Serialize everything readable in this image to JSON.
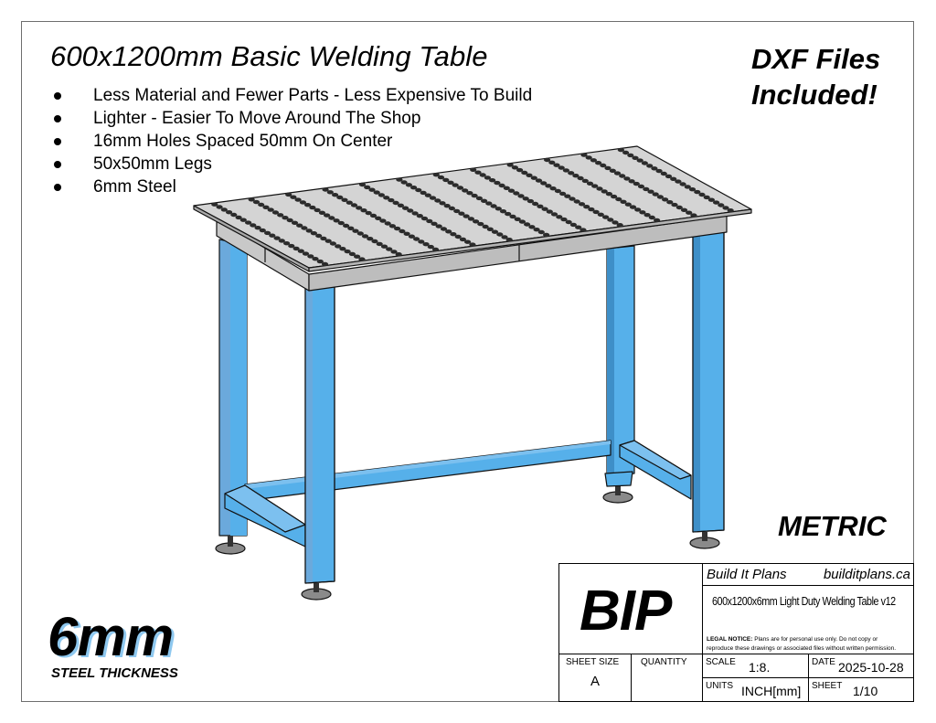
{
  "heading": {
    "title": "600x1200mm Basic Welding Table",
    "features": [
      "Less Material and Fewer Parts  - Less Expensive To Build",
      "Lighter - Easier To Move Around The Shop",
      "16mm Holes Spaced 50mm On Center",
      "50x50mm Legs",
      "6mm Steel"
    ]
  },
  "callouts": {
    "dxf_line1": "DXF Files",
    "dxf_line2": "Included!",
    "metric": "METRIC",
    "thickness_value": "6mm",
    "thickness_label": "STEEL THICKNESS"
  },
  "drawing": {
    "subject": "welding-table-isometric",
    "colors": {
      "frame_blue": "#56b0ea",
      "frame_blue_shade": "#6ba9dc",
      "frame_blue_dark": "#3e8fc8",
      "top_grey": "#d4d4d4",
      "apron_grey": "#bdbdbd",
      "hole": "#2b2b2b",
      "foot": "#8a8a8a",
      "outline": "#111111"
    },
    "hole_grid": {
      "cols": 24,
      "rows": 12
    }
  },
  "title_block": {
    "logo": "BIP",
    "company": "Build It Plans",
    "website": "builditplans.ca",
    "description": "600x1200x6mm Light Duty Welding Table v12",
    "legal_label": "LEGAL NOTICE:",
    "legal_line1": " Plans are for personal use only. Do not copy or",
    "legal_line2": "reproduce these drawings or associated files without written permission.",
    "sheet_size_label": "SHEET SIZE",
    "sheet_size": "A",
    "quantity_label": "QUANTITY",
    "quantity": "",
    "scale_label": "SCALE",
    "scale": "1:8.",
    "date_label": "DATE",
    "date": "2025-10-28",
    "units_label": "UNITS",
    "units": "INCH[mm]",
    "sheet_label": "SHEET",
    "sheet": "1/10"
  }
}
